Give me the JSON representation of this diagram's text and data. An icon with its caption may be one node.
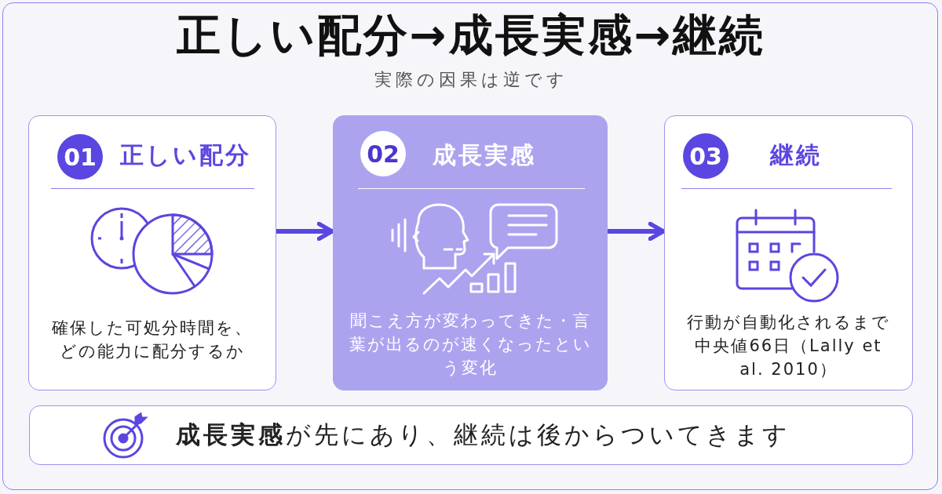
{
  "diagram": {
    "title": "正しい配分→成長実感→継続",
    "nodes": [
      {
        "text": [
          "01",
          "正しい配分",
          "確保した可処分時間を、どの能力に配分するか"
        ]
      },
      {
        "text": [
          "02",
          "成長実感",
          "聞こえ方が変わってきた・言葉が出るのが速くなったという変化"
        ]
      },
      {
        "text": [
          "03",
          "継続",
          "行動が自動化されるまで中央値66日（Lally et al. 2010）"
        ]
      },
      {
        "text": [
          "**成長実感**が先にあり、継続は後からついてきます"
        ]
      }
    ],
    "edges": [
      {
        "from": 0,
        "to": 1,
        "arrow": "to"
      },
      {
        "from": 1,
        "to": 2,
        "arrow": "to"
      }
    ],
    "labels": [
      "実際の因果は逆です"
    ]
  }
}
